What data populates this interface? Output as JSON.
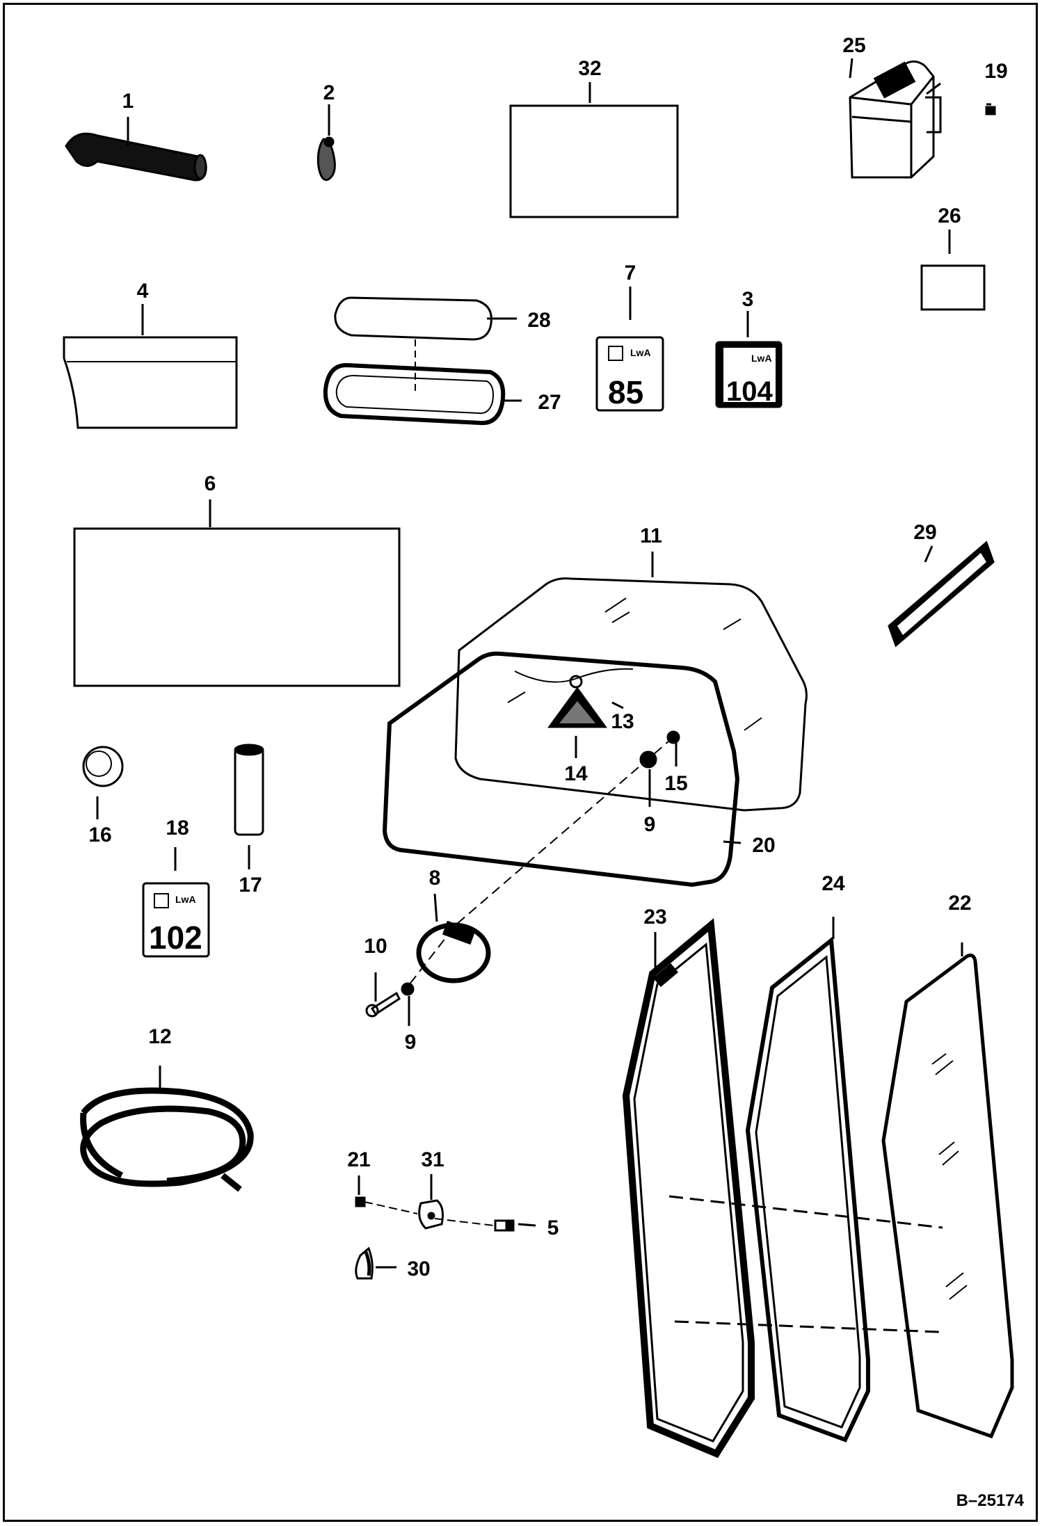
{
  "diagram": {
    "reference_code": "B–25174",
    "callouts": [
      "1",
      "2",
      "3",
      "4",
      "5",
      "6",
      "7",
      "8",
      "9",
      "9",
      "10",
      "11",
      "12",
      "13",
      "14",
      "15",
      "16",
      "17",
      "18",
      "19",
      "20",
      "21",
      "22",
      "23",
      "24",
      "25",
      "26",
      "27",
      "28",
      "29",
      "30",
      "31",
      "32"
    ],
    "decals": [
      {
        "id": "decal-85",
        "value": "85",
        "unit_label": "LwA"
      },
      {
        "id": "decal-104",
        "value": "104",
        "unit_label": "LwA"
      },
      {
        "id": "decal-102",
        "value": "102",
        "unit_label": "LwA"
      }
    ]
  }
}
